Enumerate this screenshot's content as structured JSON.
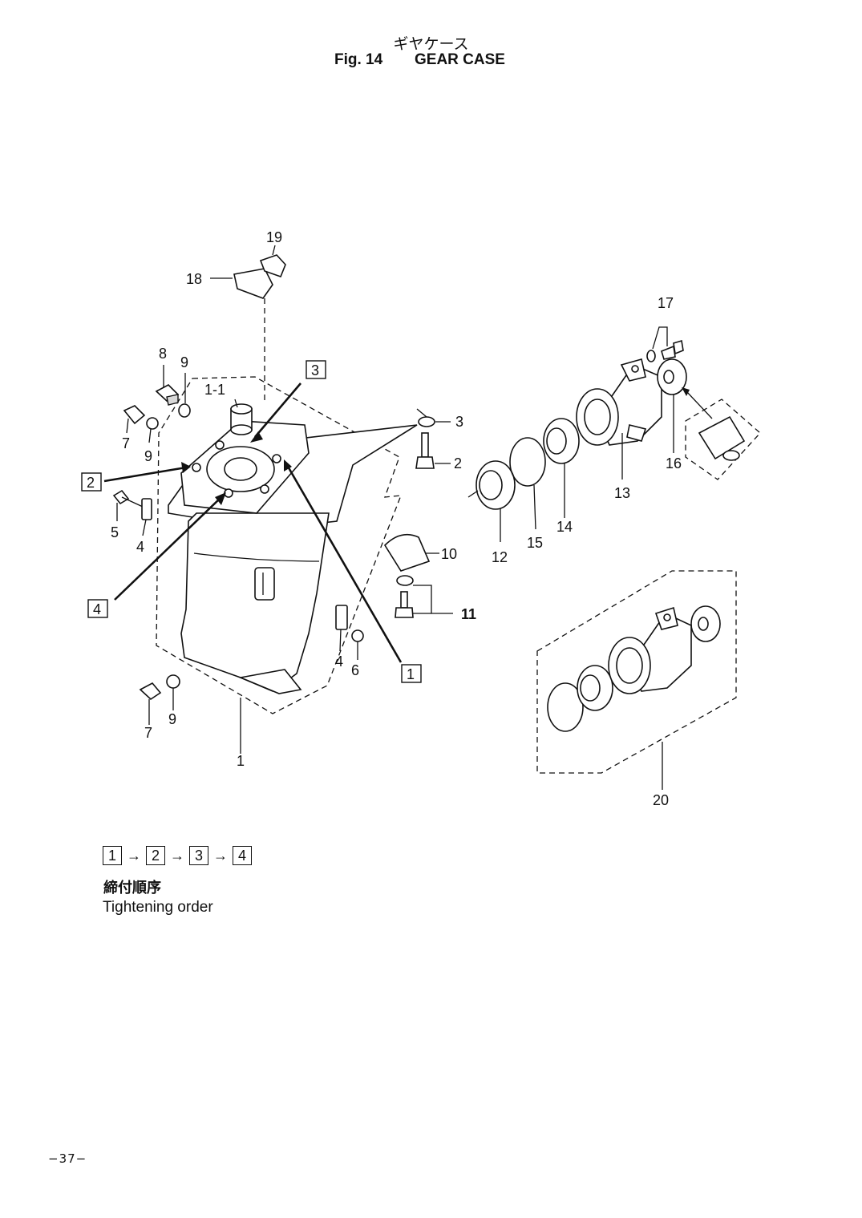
{
  "header": {
    "title_jp": "ギヤケース",
    "fig_label": "Fig. 14",
    "title_en": "GEAR CASE"
  },
  "callouts": {
    "p1": "1",
    "p1_1": "1-1",
    "p2": "2",
    "p3": "3",
    "p4a": "4",
    "p4b": "4",
    "p5": "5",
    "p6": "6",
    "p7a": "7",
    "p7b": "7",
    "p8": "8",
    "p9a": "9",
    "p9b": "9",
    "p9c": "9",
    "p10": "10",
    "p11": "11",
    "p12": "12",
    "p13": "13",
    "p14": "14",
    "p15": "15",
    "p16": "16",
    "p17": "17",
    "p18": "18",
    "p19": "19",
    "p20": "20"
  },
  "tightening_marks": {
    "m1": "1",
    "m2": "2",
    "m3": "3",
    "m4": "4"
  },
  "tightening_order": {
    "steps": [
      "1",
      "2",
      "3",
      "4"
    ],
    "arrow": "→",
    "label_jp": "締付順序",
    "label_en": "Tightening order"
  },
  "footer": {
    "page_number": "−37−"
  }
}
